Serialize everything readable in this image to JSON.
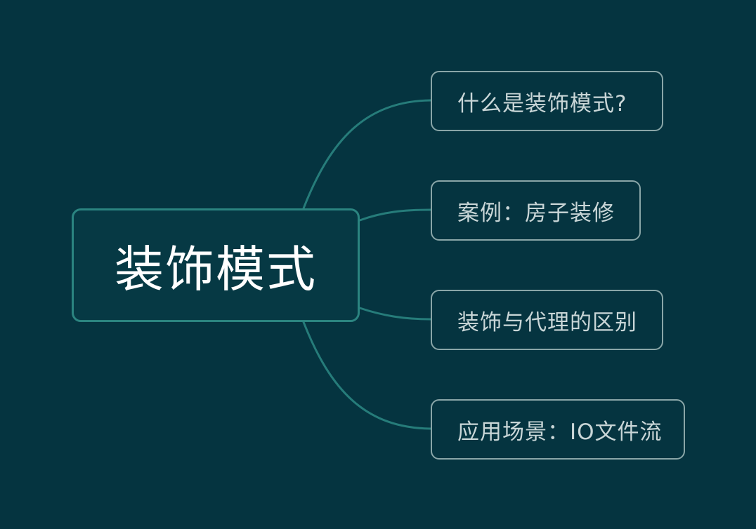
{
  "root": {
    "label": "装饰模式"
  },
  "branches": [
    {
      "label": "什么是装饰模式?"
    },
    {
      "label": "案例：房子装修"
    },
    {
      "label": "装饰与代理的区别"
    },
    {
      "label": "应用场景：IO文件流"
    }
  ],
  "colors": {
    "background": "#053440",
    "connector": "#267c7a",
    "root_border": "#2b8480",
    "branch_border": "#8aa6a8",
    "root_text": "#ffffff",
    "branch_text": "#c9d6d7"
  }
}
